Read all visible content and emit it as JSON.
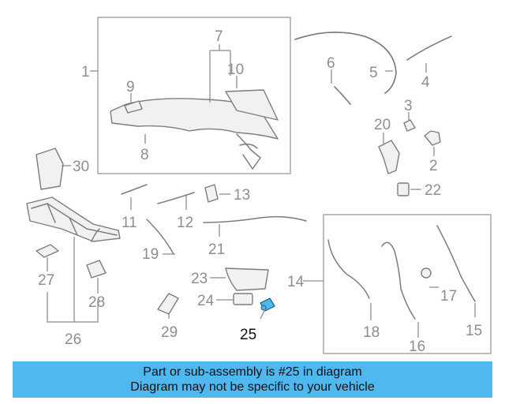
{
  "diagram": {
    "highlight_color": "#4fb8ef",
    "callouts": [
      {
        "id": "1",
        "text": "1"
      },
      {
        "id": "2",
        "text": "2"
      },
      {
        "id": "3",
        "text": "3"
      },
      {
        "id": "4",
        "text": "4"
      },
      {
        "id": "5",
        "text": "5"
      },
      {
        "id": "6",
        "text": "6"
      },
      {
        "id": "7",
        "text": "7"
      },
      {
        "id": "8",
        "text": "8"
      },
      {
        "id": "9",
        "text": "9"
      },
      {
        "id": "10",
        "text": "10"
      },
      {
        "id": "11",
        "text": "11"
      },
      {
        "id": "12",
        "text": "12"
      },
      {
        "id": "13",
        "text": "13"
      },
      {
        "id": "14",
        "text": "14"
      },
      {
        "id": "15",
        "text": "15"
      },
      {
        "id": "16",
        "text": "16"
      },
      {
        "id": "17",
        "text": "17"
      },
      {
        "id": "18",
        "text": "18"
      },
      {
        "id": "19",
        "text": "19"
      },
      {
        "id": "20",
        "text": "20"
      },
      {
        "id": "21",
        "text": "21"
      },
      {
        "id": "22",
        "text": "22"
      },
      {
        "id": "23",
        "text": "23"
      },
      {
        "id": "24",
        "text": "24"
      },
      {
        "id": "25",
        "text": "25"
      },
      {
        "id": "26",
        "text": "26"
      },
      {
        "id": "27",
        "text": "27"
      },
      {
        "id": "28",
        "text": "28"
      },
      {
        "id": "29",
        "text": "29"
      },
      {
        "id": "30",
        "text": "30"
      }
    ]
  },
  "banner": {
    "line1": "Part or sub-assembly is #25 in diagram",
    "line2": "Diagram may not be specific to your vehicle",
    "background": "#4fb8ef"
  }
}
